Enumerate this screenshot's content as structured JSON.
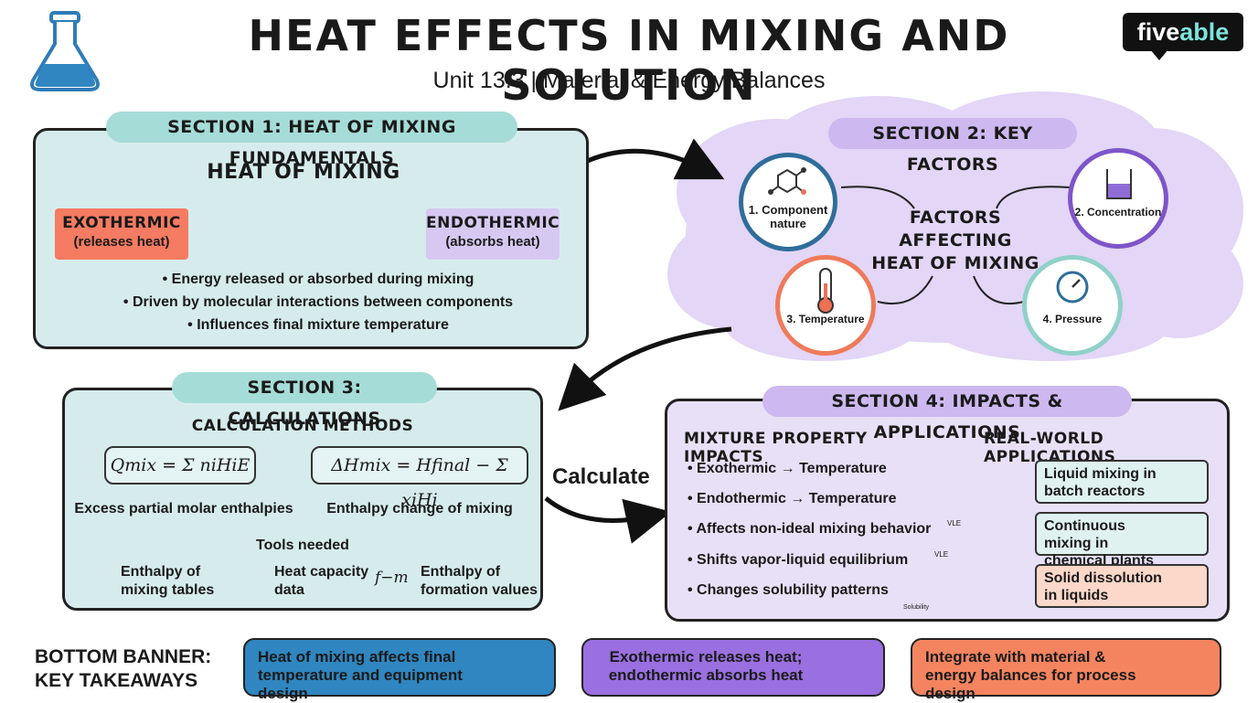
{
  "header": {
    "title": "HEAT EFFECTS IN MIXING AND SOLUTION",
    "subtitle": "Unit 13.3 | Material & Energy Balances",
    "brand_left": "five",
    "brand_right": "able"
  },
  "section1": {
    "tag": "SECTION 1: HEAT OF MIXING FUNDAMENTALS",
    "center_title": "HEAT OF MIXING",
    "exo_title": "EXOTHERMIC",
    "exo_sub": "(releases heat)",
    "endo_title": "ENDOTHERMIC",
    "endo_sub": "(absorbs heat)",
    "bullets": [
      "• Energy released or absorbed during mixing",
      "• Driven by molecular interactions between components",
      "• Influences final mixture temperature"
    ]
  },
  "section2": {
    "tag": "SECTION 2: KEY FACTORS",
    "center_lines": [
      "FACTORS",
      "AFFECTING",
      "HEAT OF MIXING"
    ],
    "factors": [
      {
        "label": "1. Component nature",
        "color": "#2f6d9a"
      },
      {
        "label": "2. Concentration",
        "color": "#7e55c9"
      },
      {
        "label": "3. Temperature",
        "color": "#ef7a5c"
      },
      {
        "label": "4. Pressure",
        "color": "#8fd1c9"
      }
    ]
  },
  "section3": {
    "tag": "SECTION 3: CALCULATIONS",
    "heading": "CALCULATION METHODS",
    "formula1": "Qmix = Σ niHiE",
    "formula1_label": "Excess partial molar enthalpies",
    "formula2": "ΔHmix = Hfinal − Σ xiHi",
    "formula2_label": "Enthalpy change of mixing",
    "tools_label": "Tools needed",
    "tools": [
      "Enthalpy of mixing tables",
      "Heat capacity data",
      "Enthalpy of formation values"
    ]
  },
  "calculate_label": "Calculate",
  "section4": {
    "tag": "SECTION 4: IMPACTS & APPLICATIONS",
    "impacts_heading": "MIXTURE PROPERTY IMPACTS",
    "impacts": [
      "• Exothermic → Temperature",
      "• Endothermic → Temperature",
      "• Affects non-ideal mixing behavior",
      "• Shifts vapor-liquid equilibrium",
      "• Changes solubility patterns"
    ],
    "vle": "VLE",
    "solubility": "Solubility",
    "apps_heading": "REAL-WORLD APPLICATIONS",
    "apps": [
      {
        "label": "Liquid mixing in batch reactors",
        "color": "#dff2ef"
      },
      {
        "label": "Continuous mixing in chemical plants",
        "color": "#dff2ef"
      },
      {
        "label": "Solid dissolution in liquids",
        "color": "#fbd8c9"
      }
    ]
  },
  "bottom": {
    "heading": "BOTTOM BANNER: KEY TAKEAWAYS",
    "banners": [
      {
        "text": "Heat of mixing affects final temperature and equipment design",
        "color": "#2f86c0"
      },
      {
        "text": "Exothermic releases heat; endothermic absorbs heat",
        "color": "#9a6fe0"
      },
      {
        "text": "Integrate with material & energy balances for process design",
        "color": "#f4845f"
      }
    ]
  },
  "colors": {
    "teal_panel": "#d6ecec",
    "purple_panel": "#e8e0f6",
    "cloud": "#e3d6f6",
    "exo": "#f57b62",
    "endo": "#d7c8f1"
  }
}
